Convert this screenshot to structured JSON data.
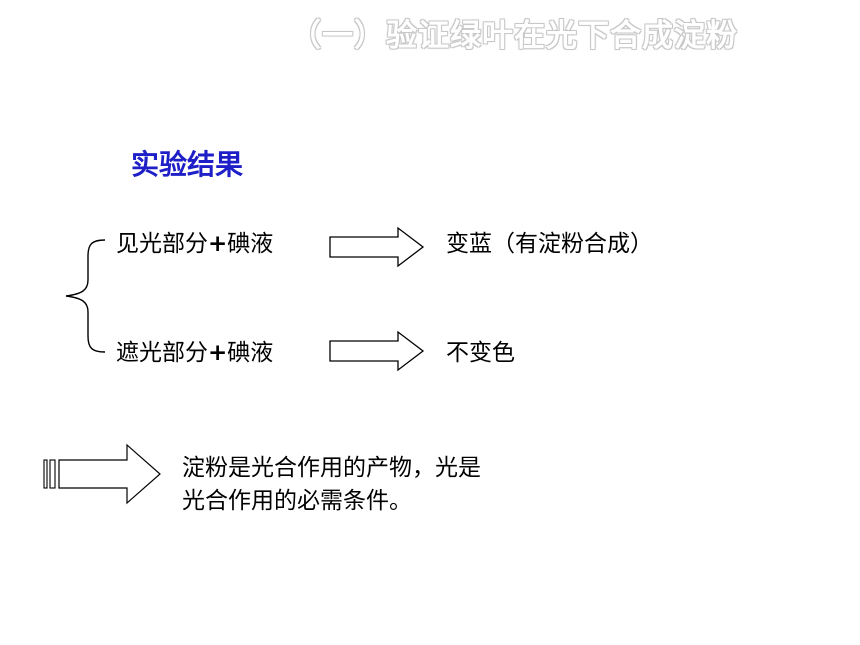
{
  "slide": {
    "title": "（一）验证绿叶在光下合成淀粉",
    "heading": "实验结果"
  },
  "rows": [
    {
      "label": "见光部分",
      "plus": "+",
      "reagent": "碘液",
      "result": "变蓝（有淀粉合成）"
    },
    {
      "label": "遮光部分",
      "plus": "+",
      "reagent": "碘液",
      "result": "不变色"
    }
  ],
  "conclusion": {
    "line1": "淀粉是光合作用的产物，光是",
    "line2": "光合作用的必需条件。"
  },
  "icons": {
    "brace": "left-brace-icon",
    "row_arrow": "outline-right-arrow-icon",
    "conclusion_arrow": "striped-right-arrow-icon"
  }
}
